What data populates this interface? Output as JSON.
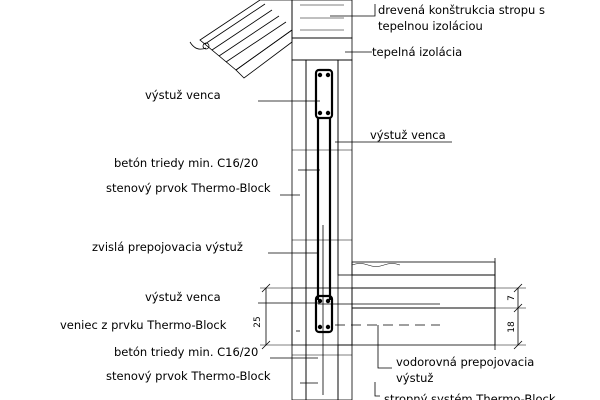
{
  "labels": {
    "wood_ceiling_1": "drevená konštrukcia stropu s",
    "wood_ceiling_2": "tepelnou izoláciou",
    "thermal_insulation": "tepelná izolácia",
    "ring_beam_rebar_top": "výstuž venca",
    "ring_beam_rebar_right": "výstuž venca",
    "concrete_class_top": "betón triedy min. C16/20",
    "wall_element_top": "stenový prvok Thermo-Block",
    "vertical_connecting_rebar": "zvislá prepojovacia výstuž",
    "ring_beam_rebar_mid": "výstuž venca",
    "ring_beam_thermo_block": "veniec z prvku Thermo-Block",
    "concrete_class_bottom": "betón triedy min. C16/20",
    "wall_element_bottom": "stenový prvok Thermo-Block",
    "horizontal_connecting_rebar_1": "vodorovná prepojovacia",
    "horizontal_connecting_rebar_2": "výstuž",
    "ceiling_system_partial": "stropný systém Thermo-Block"
  },
  "dimensions": {
    "ring_beam_height": "25",
    "slab_top_layer": "7",
    "slab_thickness": "18"
  },
  "colors": {
    "line": "#000000",
    "background": "#ffffff"
  }
}
